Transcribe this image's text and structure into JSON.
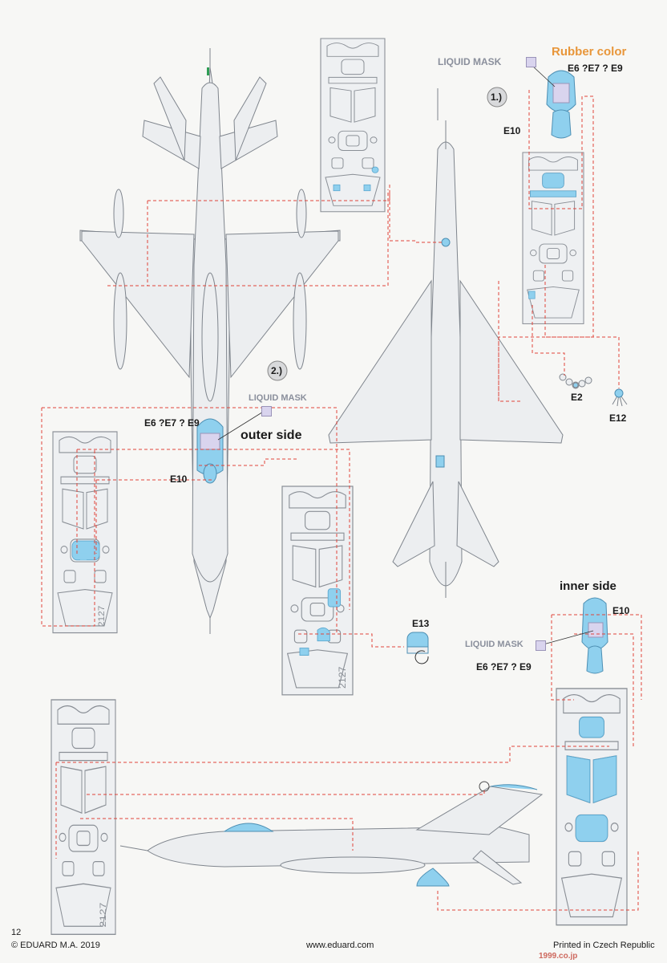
{
  "colors": {
    "dash": "#e0443a",
    "mask_blue": "#8fd0ee",
    "aircraft_line": "#7f858d",
    "fret_line": "#8a8f96",
    "rubber_orange": "#e8963a",
    "liquid_mask_swatch": "#d9d4ee"
  },
  "labels": {
    "rubber_color": "Rubber color",
    "liquid_mask_top": "LIQUID MASK",
    "liquid_mask_mid": "LIQUID MASK",
    "liquid_mask_inner": "LIQUID MASK",
    "e6_e7_e9_top": "E6 ?E7 ? E9",
    "e6_e7_e9_mid": "E6 ?E7 ? E9",
    "e6_e7_e9_inner": "E6 ?E7 ? E9",
    "e10_top": "E10",
    "e10_mid": "E10",
    "e10_inner": "E10",
    "step1": "1.)",
    "step2": "2.)",
    "outer_side": "outer side",
    "inner_side": "inner side",
    "e2": "E2",
    "e12": "E12",
    "e13": "E13",
    "fret_number": "2127"
  },
  "footer": {
    "page_number": "12",
    "copyright": "© EDUARD M.A. 2019",
    "website": "www.eduard.com",
    "printed": "Printed in Czech Republic"
  },
  "watermark": "1999.co.jp"
}
